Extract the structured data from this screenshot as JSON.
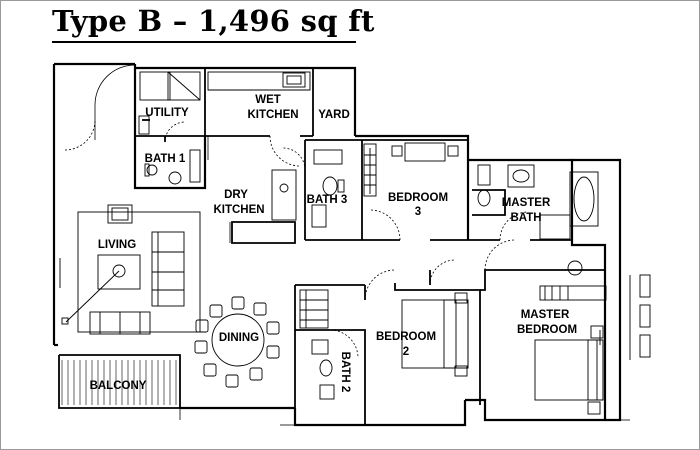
{
  "title": "Type B – 1,496 sq ft",
  "rooms": {
    "utility": "UTILITY",
    "wet_kitchen_1": "WET",
    "wet_kitchen_2": "KITCHEN",
    "yard": "YARD",
    "bath1": "BATH 1",
    "dry_kitchen_1": "DRY",
    "dry_kitchen_2": "KITCHEN",
    "bath3": "BATH 3",
    "bedroom3_1": "BEDROOM",
    "bedroom3_2": "3",
    "master_bath_1": "MASTER",
    "master_bath_2": "BATH",
    "living": "LIVING",
    "dining": "DINING",
    "bedroom2_1": "BEDROOM",
    "bedroom2_2": "2",
    "bath2": "BATH 2",
    "master_bedroom_1": "MASTER",
    "master_bedroom_2": "BEDROOM",
    "balcony": "BALCONY"
  }
}
